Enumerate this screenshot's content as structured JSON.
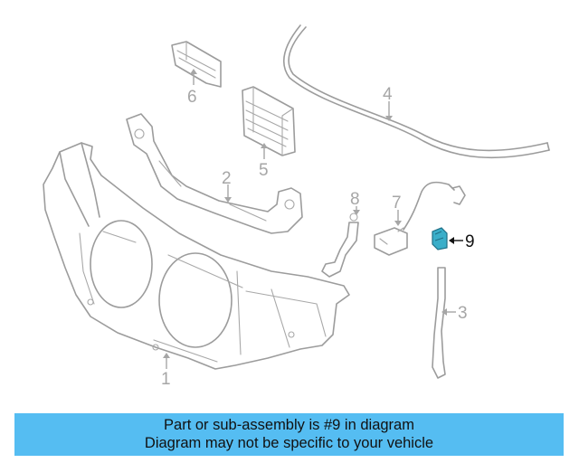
{
  "callouts": [
    {
      "number": "1"
    },
    {
      "number": "2"
    },
    {
      "number": "3"
    },
    {
      "number": "4"
    },
    {
      "number": "5"
    },
    {
      "number": "6"
    },
    {
      "number": "7"
    },
    {
      "number": "8"
    },
    {
      "number": "9",
      "highlighted": true
    }
  ],
  "notice": {
    "line1": "Part or sub-assembly is #9 in diagram",
    "line2": "Diagram may not be specific to your vehicle"
  },
  "colors": {
    "banner": "#55bdf2",
    "highlight_part": "#3aaec9",
    "line_art": "#9c9c9c"
  }
}
